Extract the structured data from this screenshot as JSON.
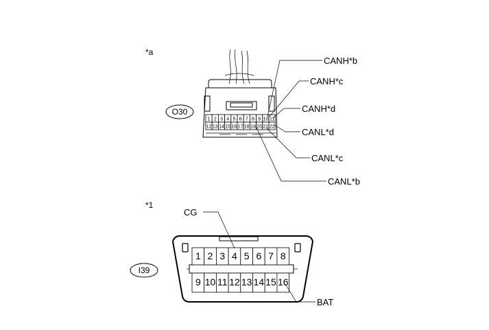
{
  "top": {
    "ref_mark": "*a",
    "badge": "O30",
    "pins_row1": [
      "1",
      "2",
      "3",
      "4",
      "5",
      "6",
      "7",
      "8",
      "9",
      "10",
      "11"
    ],
    "pins_row2": [
      "12",
      "13",
      "14",
      "15",
      "16",
      "17",
      "18",
      "19",
      "20",
      "21",
      "22"
    ],
    "labels": {
      "canh_b": "CANH*b",
      "canh_c": "CANH*c",
      "canh_d": "CANH*d",
      "canl_d": "CANL*d",
      "canl_c": "CANL*c",
      "canl_b": "CANL*b"
    }
  },
  "bottom": {
    "ref_mark": "*1",
    "badge": "I39",
    "pins_row1": [
      "1",
      "2",
      "3",
      "4",
      "5",
      "6",
      "7",
      "8"
    ],
    "pins_row2": [
      "9",
      "10",
      "11",
      "12",
      "13",
      "14",
      "15",
      "16"
    ],
    "labels": {
      "cg": "CG",
      "bat": "BAT"
    }
  }
}
